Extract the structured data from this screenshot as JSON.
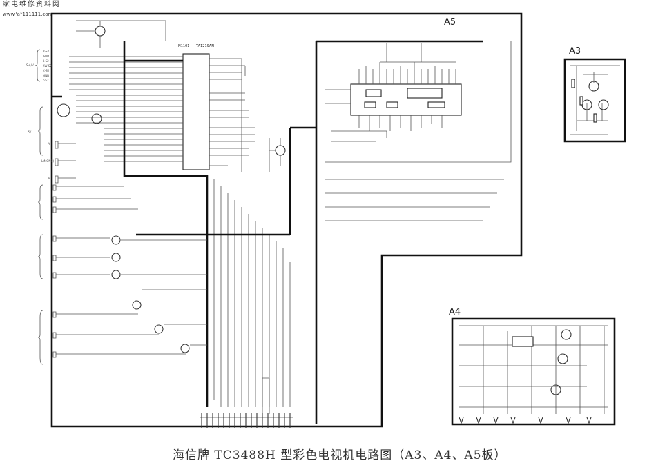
{
  "watermark": {
    "site_name": "家电维修资料网",
    "url": "www.'a*111111.com"
  },
  "title": "海信牌 TC3488H 型彩色电视机电路图（A3、A4、A5板）",
  "boards": {
    "a5": "A5",
    "a3": "A3",
    "a4": "A4"
  },
  "main_ic": {
    "ref": "N1101",
    "part": "TA1219AN"
  },
  "connector_groups": {
    "s_av": "S-A/V",
    "av": "AV"
  },
  "s_av_pins": [
    "R-S2",
    "GND",
    "L-S2",
    "SW-S2",
    "C-S2",
    "GND",
    "Y-S2"
  ],
  "jack_labels": [
    "Y",
    "L(MONO)",
    "R"
  ]
}
